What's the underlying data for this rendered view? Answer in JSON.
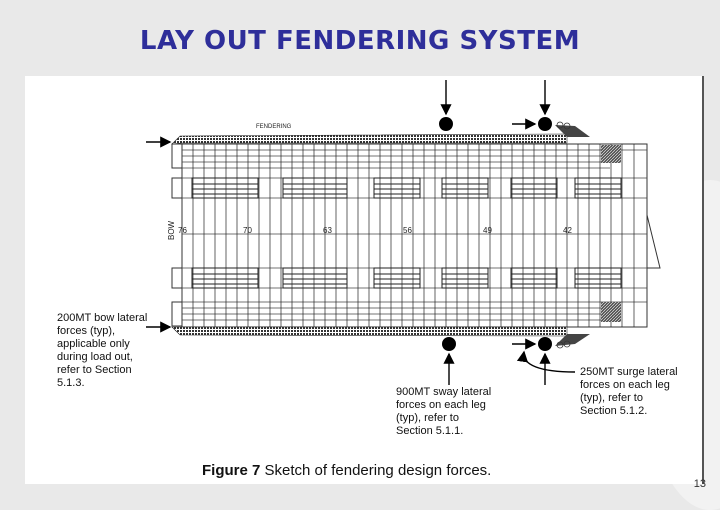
{
  "slide": {
    "title": "LAY OUT FENDERING SYSTEM",
    "page_number": "13",
    "title_color": "#2e2e9a",
    "background_color": "#e9e9e9"
  },
  "figure": {
    "caption_bold": "Figure 7",
    "caption_text": " Sketch of fendering design forces.",
    "drawing_labels": {
      "fendering": "FENDERING",
      "bow": "BOW"
    },
    "frame_numbers": [
      "76",
      "70",
      "63",
      "56",
      "49",
      "42"
    ],
    "callouts": {
      "bow_lateral": "200MT bow lateral\nforces (typ),\napplicable only\nduring load out,\nrefer to Section\n5.1.3.",
      "sway_lateral": "900MT sway lateral\nforces on each leg\n(typ), refer to\nSection 5.1.1.",
      "surge_lateral": "250MT surge lateral\nforces on each leg\n(typ), refer to\nSection 5.1.2."
    }
  }
}
